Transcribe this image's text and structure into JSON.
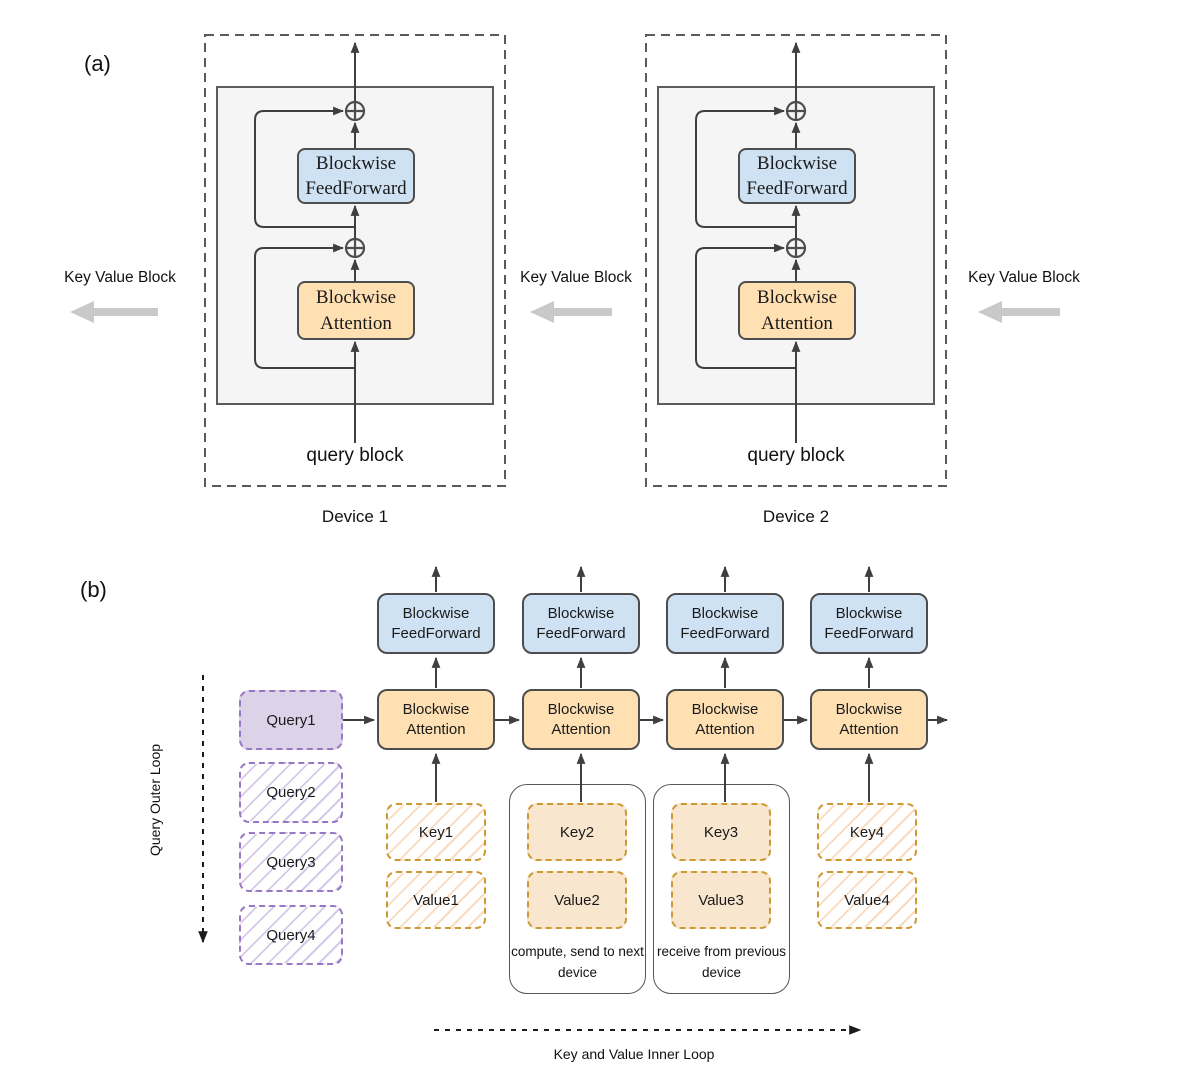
{
  "panel_a": {
    "label": "(a)",
    "feedforward_label": "Blockwise FeedForward",
    "attention_label": "Blockwise Attention",
    "key_value_block_label": "Key Value Block",
    "query_block_label": "query block",
    "devices": [
      {
        "name": "Device 1"
      },
      {
        "name": "Device 2"
      }
    ]
  },
  "panel_b": {
    "label": "(b)",
    "feedforward_label": "Blockwise FeedForward",
    "attention_label": "Blockwise Attention",
    "queries": [
      "Query1",
      "Query2",
      "Query3",
      "Query4"
    ],
    "keys": [
      "Key1",
      "Key2",
      "Key3",
      "Key4"
    ],
    "values": [
      "Value1",
      "Value2",
      "Value3",
      "Value4"
    ],
    "caption_send": "compute, send to next device",
    "caption_receive": "receive from previous device",
    "outer_loop_label": "Query Outer Loop",
    "inner_loop_label": "Key and Value Inner Loop"
  },
  "colors": {
    "feedforward_fill": "#cfe2f3",
    "attention_fill": "#ffe0b3",
    "query_fill": "#dcd3e8",
    "query_border": "#9878c5",
    "key_value_fill": "#f9e6cf",
    "key_value_border": "#cc9933",
    "box_border": "#4d4d4d",
    "connector_line": "#3f3f3f",
    "gray_arrow": "#c9c9c9",
    "inner_box_fill": "#f5f5f5"
  }
}
